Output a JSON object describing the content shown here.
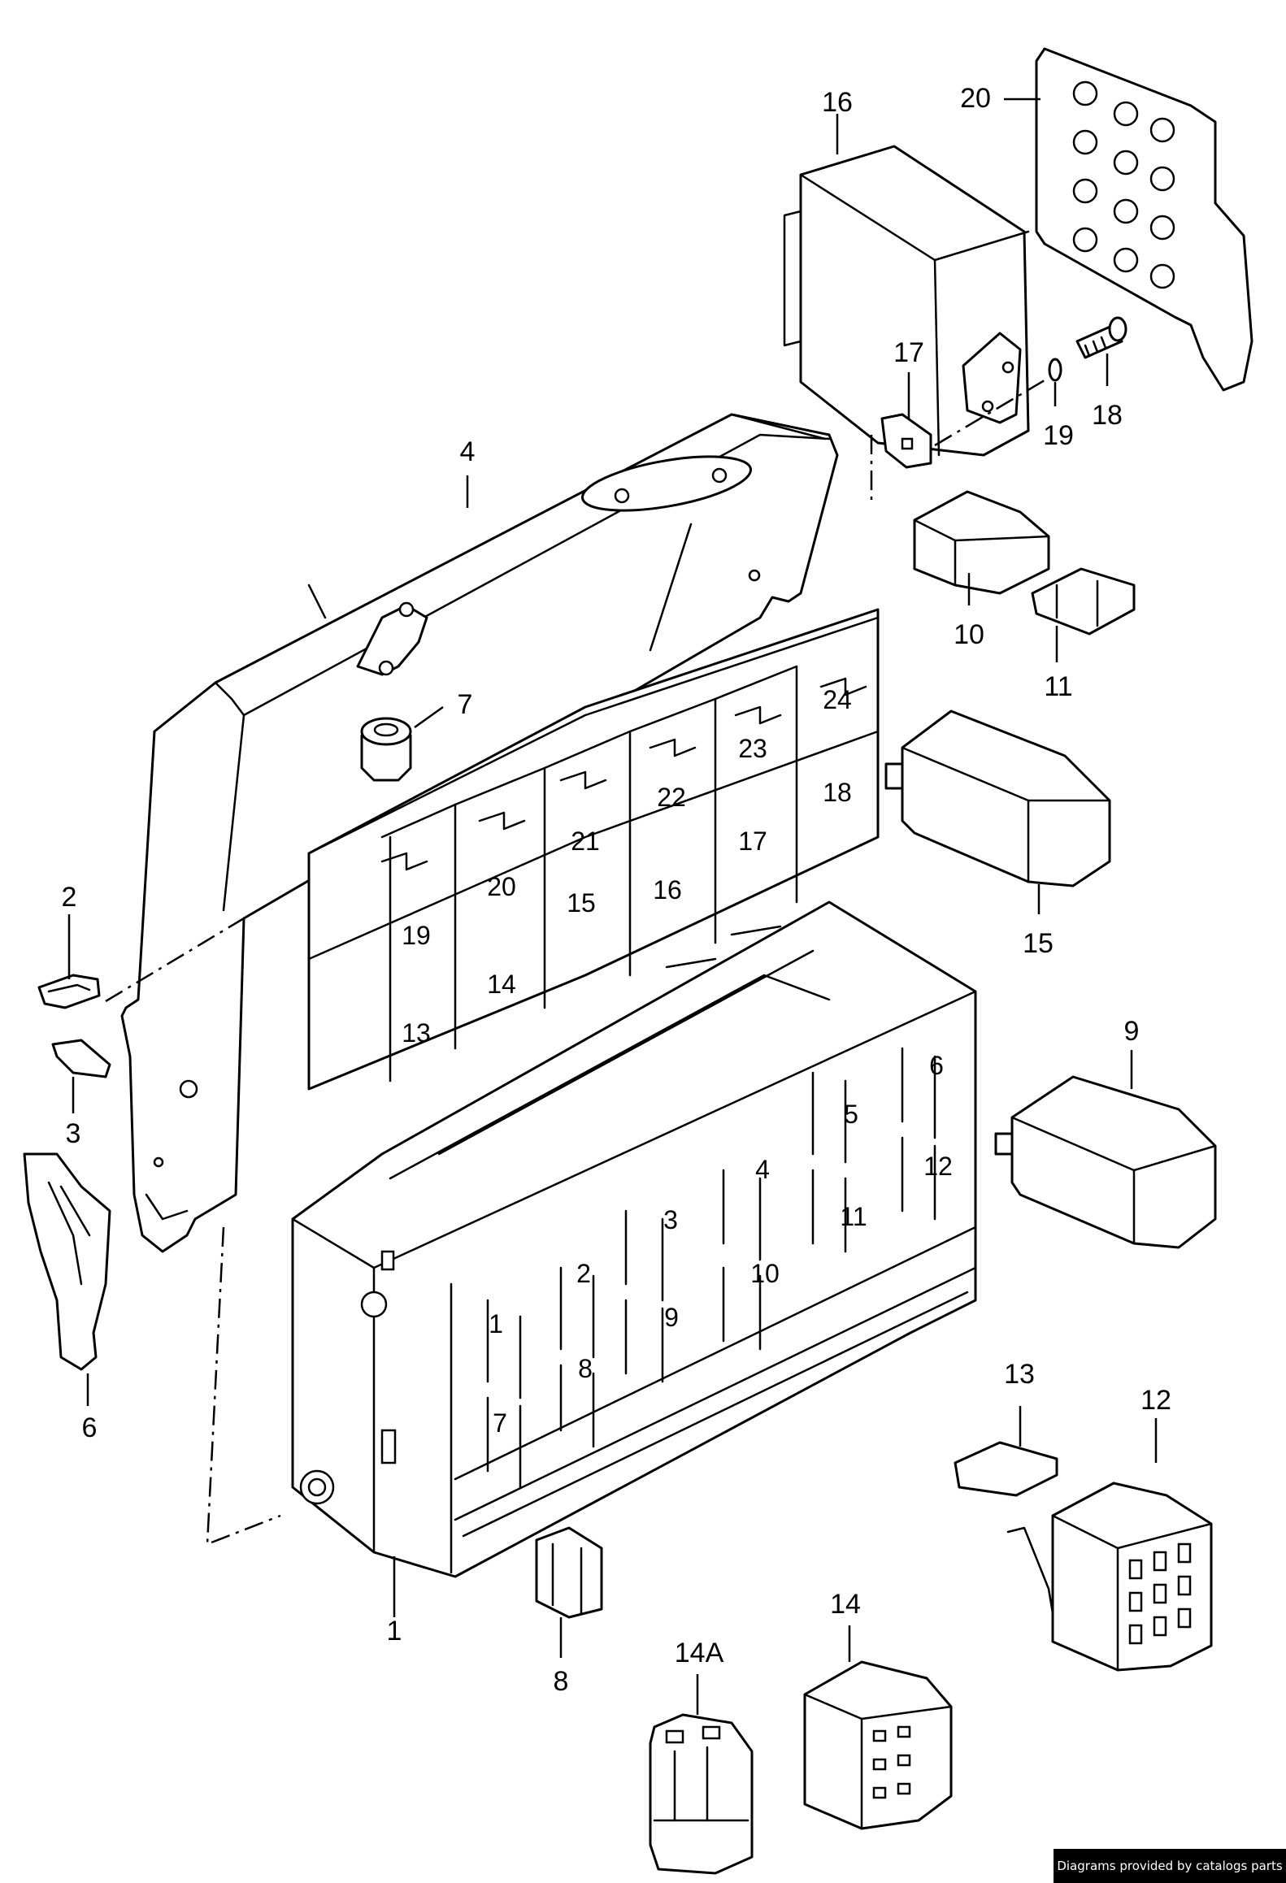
{
  "diagram": {
    "callouts": {
      "p1": "1",
      "p2": "2",
      "p3": "3",
      "p4": "4",
      "p6": "6",
      "p7": "7",
      "p8": "8",
      "p9": "9",
      "p10": "10",
      "p11": "11",
      "p12": "12",
      "p13": "13",
      "p14": "14",
      "p14a": "14A",
      "p15": "15",
      "p16": "16",
      "p17": "17",
      "p18": "18",
      "p19": "19",
      "p20": "20"
    },
    "relay_positions": [
      "13",
      "14",
      "15",
      "16",
      "17",
      "18",
      "19",
      "20",
      "21",
      "22",
      "23",
      "24"
    ],
    "fuse_positions": [
      "1",
      "2",
      "3",
      "4",
      "5",
      "6",
      "7",
      "8",
      "9",
      "10",
      "11",
      "12"
    ]
  },
  "footer": {
    "credit": "Diagrams provided by catalogs parts"
  }
}
